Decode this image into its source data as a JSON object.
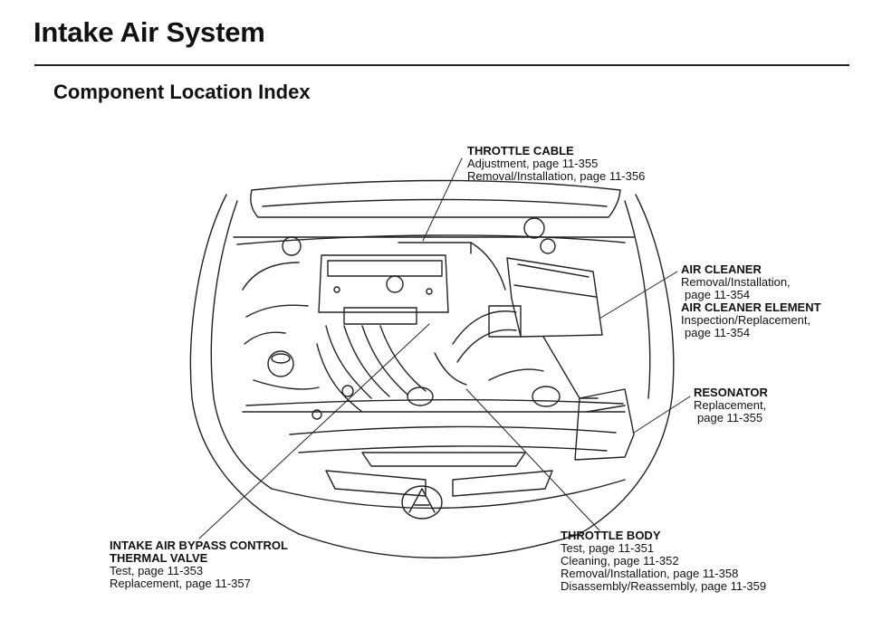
{
  "page": {
    "title": "Intake Air System",
    "subtitle": "Component Location Index"
  },
  "callouts": {
    "throttle_cable": {
      "name": "THROTTLE CABLE",
      "lines": [
        "Adjustment, page 11-355",
        "Removal/Installation, page 11-356"
      ]
    },
    "air_cleaner": {
      "name": "AIR CLEANER",
      "lines": [
        "Removal/Installation,",
        "page 11-354"
      ]
    },
    "air_cleaner_element": {
      "name": "AIR CLEANER ELEMENT",
      "lines": [
        "Inspection/Replacement,",
        "page 11-354"
      ]
    },
    "resonator": {
      "name": "RESONATOR",
      "lines": [
        "Replacement,",
        "page 11-355"
      ]
    },
    "bypass_valve": {
      "name_line1": "INTAKE AIR BYPASS CONTROL",
      "name_line2": "THERMAL VALVE",
      "lines": [
        "Test, page 11-353",
        "Replacement, page 11-357"
      ]
    },
    "throttle_body": {
      "name": "THROTTLE BODY",
      "lines": [
        "Test, page 11-351",
        "Cleaning, page 11-352",
        "Removal/Installation, page 11-358",
        "Disassembly/Reassembly, page 11-359"
      ]
    }
  },
  "figure": {
    "illustration": "engine-bay-line-drawing",
    "brand_emblem": "acura-emblem-icon"
  }
}
